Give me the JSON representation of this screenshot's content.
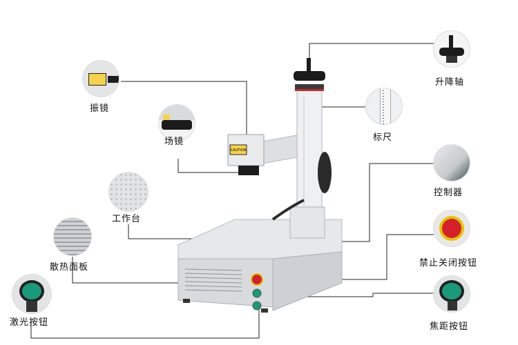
{
  "labels": {
    "galvo": "振镜",
    "field_lens": "场镜",
    "worktable": "工作台",
    "heat_sink": "散热面板",
    "laser_button": "激光按钮",
    "lift_axis": "升降轴",
    "scale": "标尺",
    "controller": "控制器",
    "estop": "禁止关闭按钮",
    "focus_button": "焦距按钮"
  },
  "machine": {
    "caution_text": "CAUTION"
  },
  "colors": {
    "line": "#222222",
    "body": "#d9dcdf",
    "estop": "#d4202a",
    "button_green": "#1a9a7a"
  }
}
